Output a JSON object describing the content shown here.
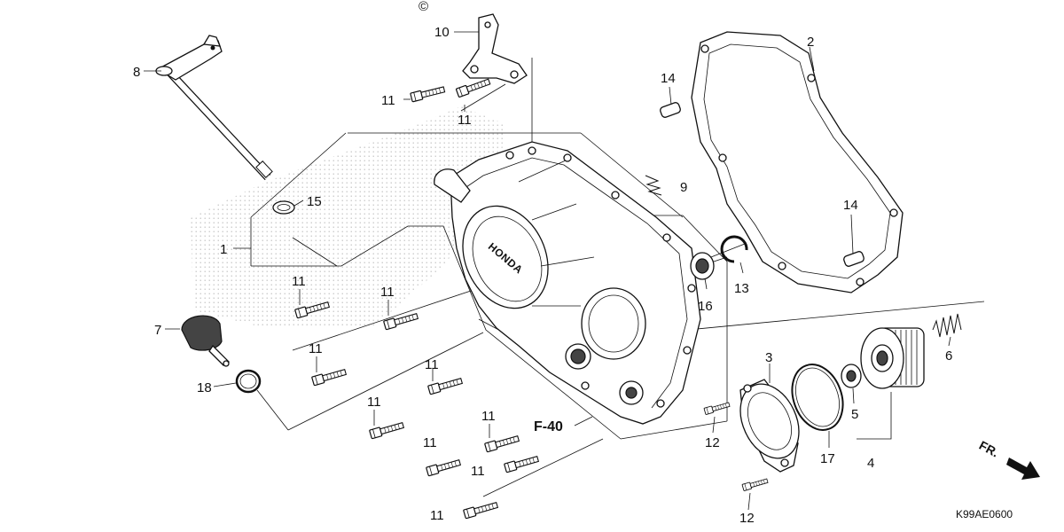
{
  "callouts": {
    "c1": "1",
    "c2": "2",
    "c3": "3",
    "c4": "4",
    "c5": "5",
    "c6": "6",
    "c7": "7",
    "c8": "8",
    "c9": "9",
    "c10": "10",
    "c11": "11",
    "c12": "12",
    "c13": "13",
    "c14": "14",
    "c15": "15",
    "c16": "16",
    "c17": "17",
    "c18": "18"
  },
  "reference": "F-40",
  "direction": "FR.",
  "diagram_code": "K99AE0600",
  "cover_brand": "HONDA",
  "watermark": "©",
  "colors": {
    "line": "#111111",
    "background": "#ffffff"
  }
}
